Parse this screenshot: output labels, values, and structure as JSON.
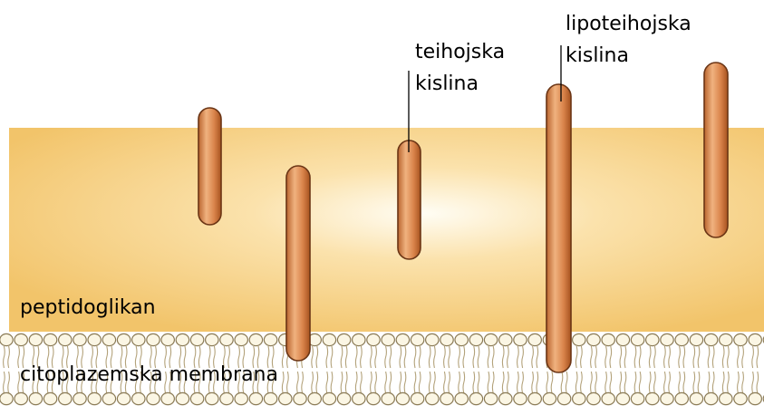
{
  "labels": {
    "teichoic_line1": "teihojska",
    "teichoic_line2": "kislina",
    "lipoteichoic_line1": "lipoteihojska",
    "lipoteichoic_line2": "kislina",
    "peptidoglycan": "peptidoglikan",
    "membrane": "citoplazemska membrana"
  },
  "colors": {
    "peptidoglycan_outer": "#f2c46a",
    "peptidoglycan_inner": "#fffdf4",
    "rod_body": "#d9834a",
    "rod_outline": "#6b3515",
    "phospholipid_head": "#fbf6e4",
    "phospholipid_head_outline": "#8a7a55",
    "phospholipid_tail": "#b3a27a"
  }
}
